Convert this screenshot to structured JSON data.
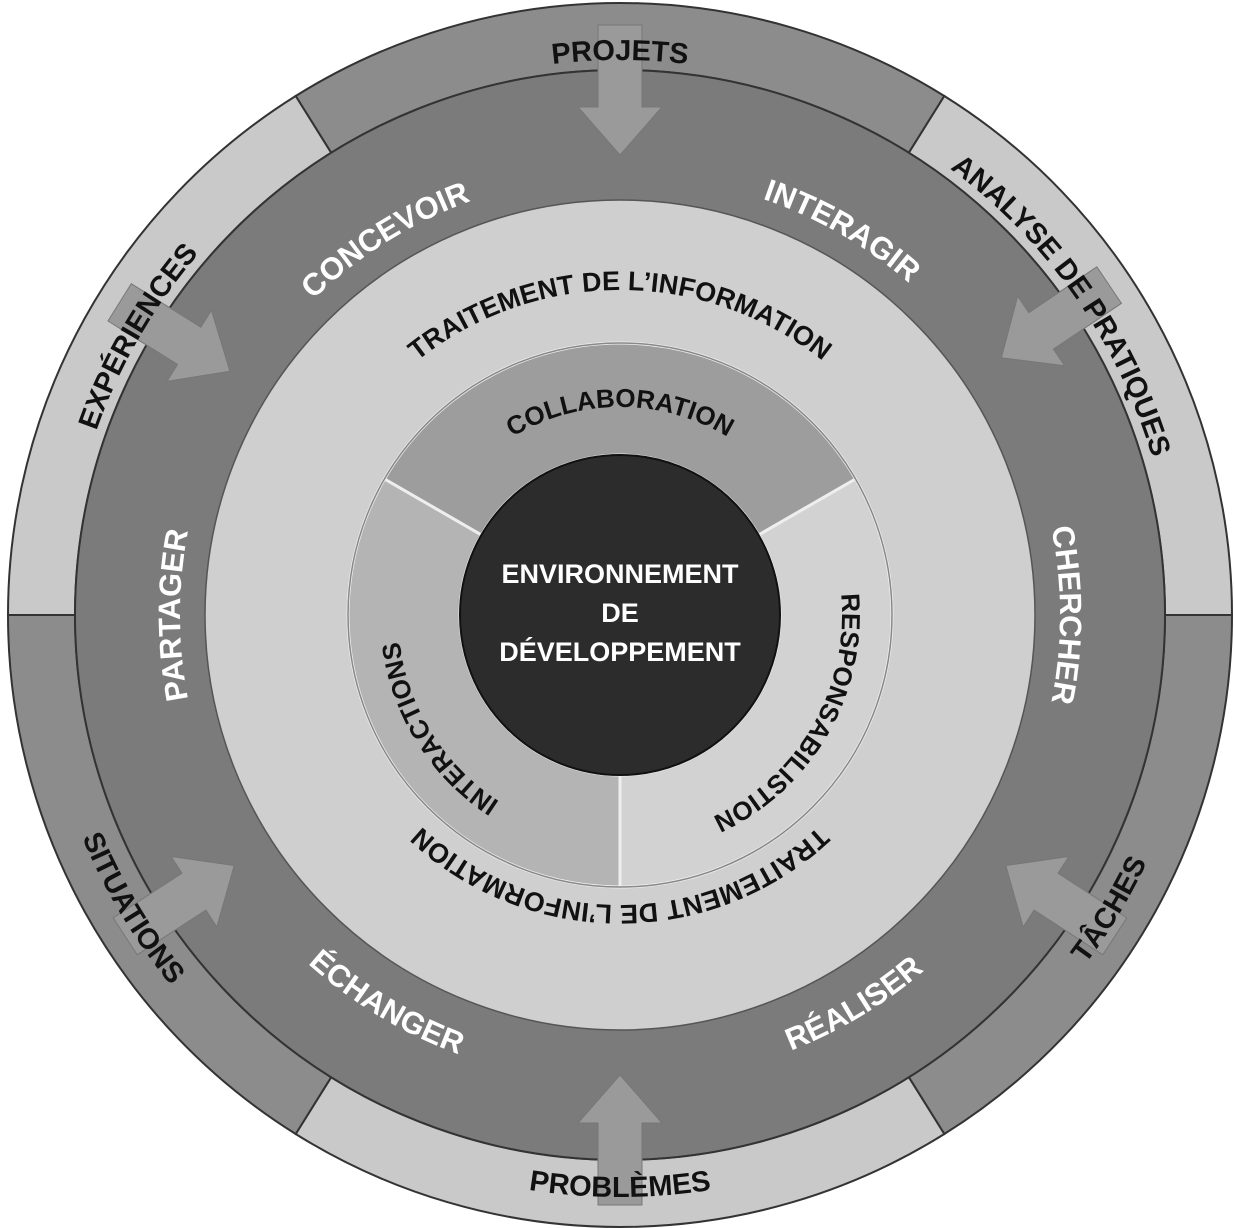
{
  "diagram": {
    "center": {
      "lines": [
        "ENVIRONNEMENT",
        "DE",
        "DÉVELOPPEMENT"
      ]
    },
    "outer_ring": [
      {
        "label": "PROJETS",
        "shade": "dark"
      },
      {
        "label": "ANALYSE DE PRATIQUES",
        "shade": "light"
      },
      {
        "label": "TÂCHES",
        "shade": "dark"
      },
      {
        "label": "PROBLÈMES",
        "shade": "light"
      },
      {
        "label": "SITUATIONS",
        "shade": "dark"
      },
      {
        "label": "EXPÉRIENCES",
        "shade": "light"
      }
    ],
    "action_ring": [
      "CONCEVOIR",
      "INTERAGIR",
      "CHERCHER",
      "RÉALISER",
      "ÉCHANGER",
      "PARTAGER"
    ],
    "processing_ring": {
      "top": "TRAITEMENT DE L’INFORMATION",
      "bottom": "TRAITEMENT DE L’INFORMATION"
    },
    "inner_ring": [
      "COLLABORATION",
      "RESPONSABILISTION",
      "INTERACTIONS"
    ]
  },
  "colors": {
    "outer_dark": "#8c8c8c",
    "outer_light": "#c9c9c9",
    "action_ring": "#7b7b7b",
    "processing_ring": "#cfcfcf",
    "collaboration": "#9d9d9d",
    "responsabilisation": "#d2d2d2",
    "interactions": "#b4b4b4",
    "center": "#2c2c2c",
    "arrow": "#9a9a9a"
  }
}
